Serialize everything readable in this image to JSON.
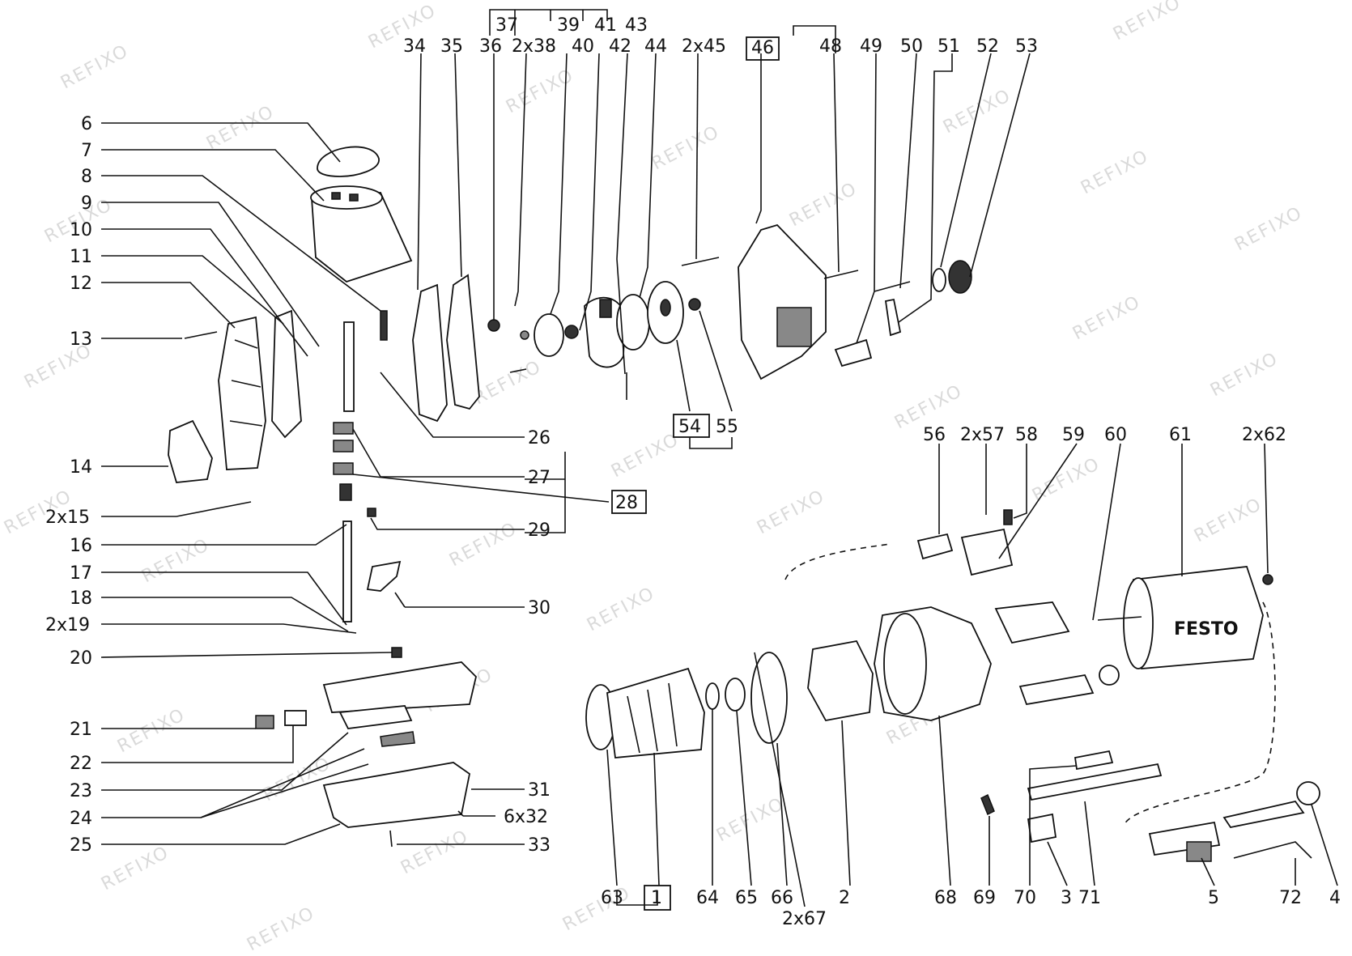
{
  "watermark": "REFIXO",
  "brand_text": "FESTO",
  "labels": {
    "l37": "37",
    "l39": "39",
    "l41": "41",
    "l43": "43",
    "l34": "34",
    "l35": "35",
    "l36": "36",
    "l2x38": "2x38",
    "l40": "40",
    "l42": "42",
    "l44": "44",
    "l2x45": "2x45",
    "l46": "46",
    "l48": "48",
    "l49": "49",
    "l50": "50",
    "l51": "51",
    "l52": "52",
    "l53": "53",
    "l6": "6",
    "l7": "7",
    "l8": "8",
    "l9": "9",
    "l10": "10",
    "l11": "11",
    "l12": "12",
    "l13": "13",
    "l14": "14",
    "l2x15": "2x15",
    "l16": "16",
    "l17": "17",
    "l18": "18",
    "l2x19": "2x19",
    "l20": "20",
    "l21": "21",
    "l22": "22",
    "l23": "23",
    "l24": "24",
    "l25": "25",
    "l26": "26",
    "l27": "27",
    "l28": "28",
    "l29": "29",
    "l30": "30",
    "l31": "31",
    "l6x32": "6x32",
    "l33": "33",
    "l54": "54",
    "l55": "55",
    "l56": "56",
    "l2x57": "2x57",
    "l58": "58",
    "l59": "59",
    "l60": "60",
    "l61": "61",
    "l2x62": "2x62",
    "l63": "63",
    "l1": "1",
    "l64": "64",
    "l65": "65",
    "l66": "66",
    "l2x67": "2x67",
    "l2": "2",
    "l68": "68",
    "l69": "69",
    "l70": "70",
    "l3": "3",
    "l71": "71",
    "l5": "5",
    "l72": "72",
    "l4": "4"
  }
}
